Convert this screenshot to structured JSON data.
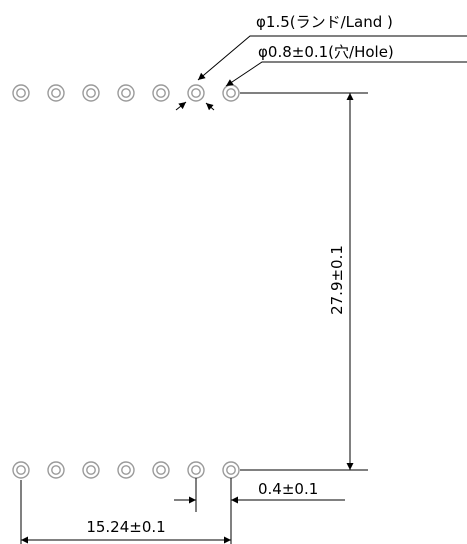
{
  "labels": {
    "land_dimension": "φ1.5(ランド/Land )",
    "hole_dimension": "φ0.8±0.1(穴/Hole)",
    "height_dimension": "27.9±0.1",
    "offset_dimension": "0.4±0.1",
    "width_dimension": "15.24±0.1"
  },
  "pins": {
    "per_row": 7,
    "rows": 2
  },
  "colors": {
    "line": "#000000",
    "pin": "#9a9a9a",
    "background": "#ffffff"
  }
}
